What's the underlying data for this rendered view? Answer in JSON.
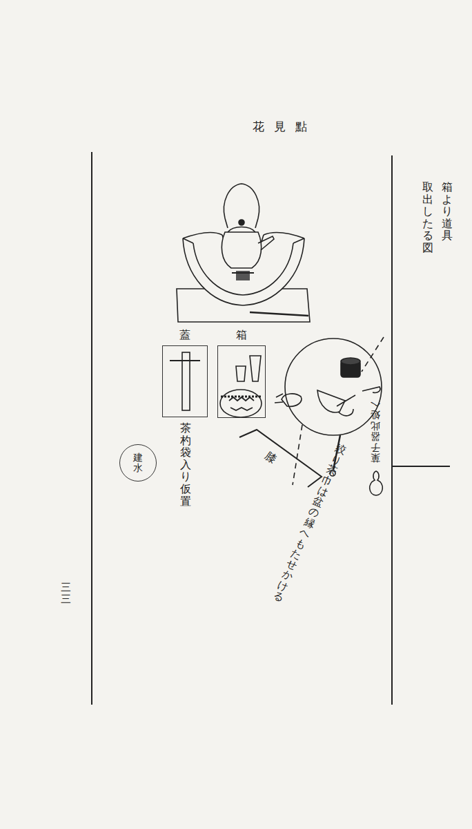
{
  "diagram": {
    "title": "花見點",
    "nodes": [
      {
        "text": [
          "蓋"
        ]
      },
      {
        "text": [
          "箱"
        ]
      },
      {
        "text": [
          "建水"
        ]
      }
    ],
    "labels": [
      "箱より道具",
      "取出したる図",
      "茶杓袋入り仮置",
      "膝",
      "絞り茶巾は盆の縁へもたせかける",
      "菓子器此処へ",
      "三三"
    ]
  }
}
